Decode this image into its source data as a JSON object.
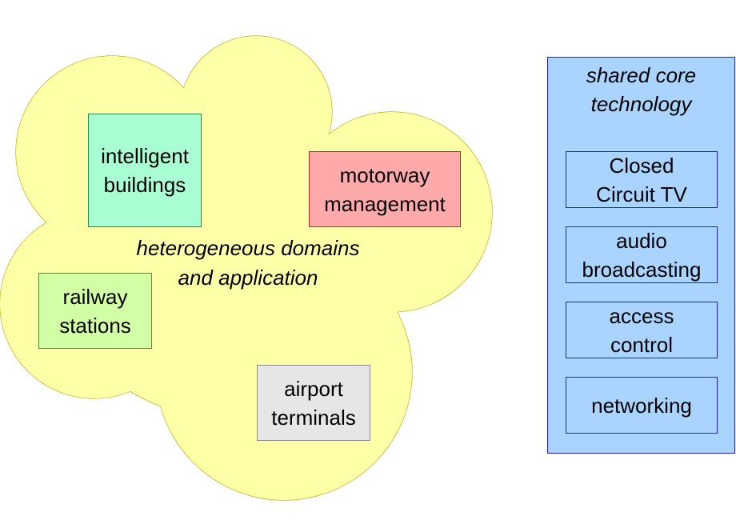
{
  "colors": {
    "cloud_fill": "#ffffa8",
    "cloud_stroke": "#a8a800",
    "intelligent_buildings": "#a8ffd2",
    "motorway_management": "#ffaaaa",
    "railway_stations": "#d2ffa6",
    "airport_terminals": "#e6e6e6",
    "core_panel": "#a8d4ff",
    "core_item": "#a8d4ff",
    "core_border": "#2222cc"
  },
  "domains": {
    "intelligent_buildings": "intelligent\nbuildings",
    "motorway_management": "motorway\nmanagement",
    "railway_stations": "railway\nstations",
    "airport_terminals": "airport\nterminals"
  },
  "cloud_label": "heterogeneous domains\nand application",
  "core": {
    "title": "shared core\ntechnology",
    "items": [
      "Closed\nCircuit TV",
      "audio\nbroadcasting",
      "access\ncontrol",
      "networking"
    ]
  }
}
